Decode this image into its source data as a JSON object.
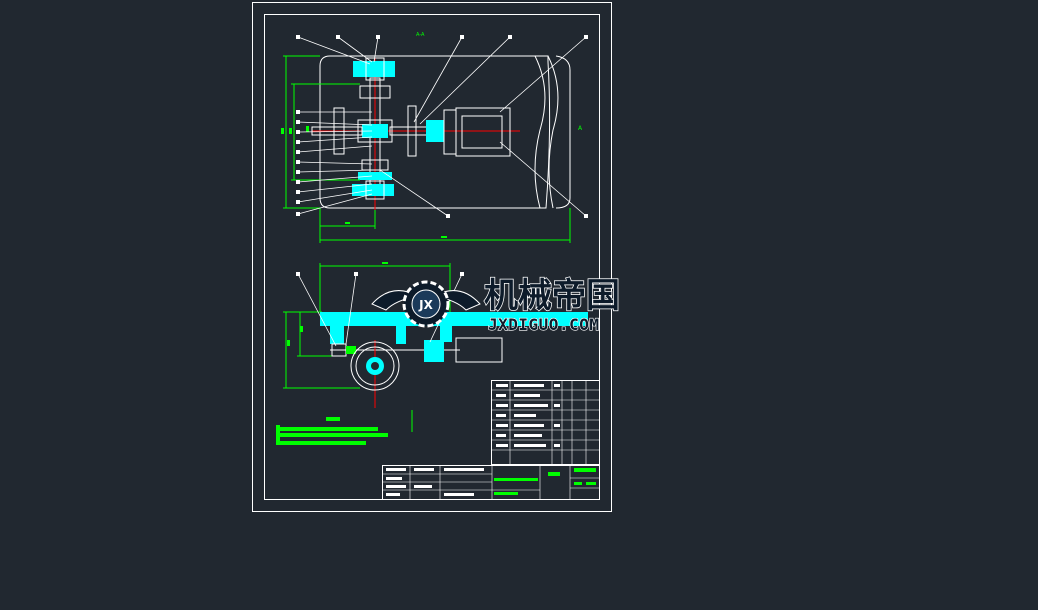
{
  "canvas": {
    "background": "#212830"
  },
  "colors": {
    "frame": "#ffffff",
    "outline": "#ffffff",
    "dimension": "#00ff00",
    "center_line": "#ff0000",
    "component_fill": "#00ffff",
    "text_fill": "#00ff00",
    "watermark_fill": "#0d1b2a",
    "watermark_outline": "#ffffff"
  },
  "drawing": {
    "view_label": "A-A",
    "section_label": "A"
  },
  "watermark": {
    "cn": "机械帝国",
    "en": "JXDIGUO.COM",
    "logo_text": "JX",
    "logo_icon": "gear-wings-icon"
  }
}
